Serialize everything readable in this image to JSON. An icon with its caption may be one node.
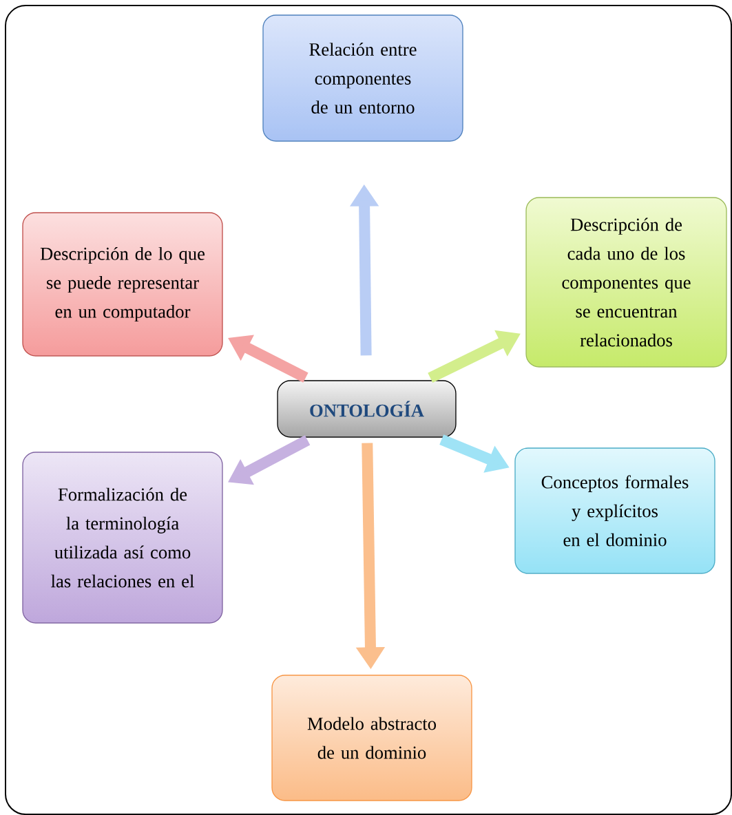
{
  "diagram": {
    "nodes": [
      {
        "text": [
          "Relación entre componentes de un entorno"
        ]
      },
      {
        "text": [
          "Descripción de lo que se puede representar en un computador"
        ]
      },
      {
        "text": [
          "Descripción de cada uno de los componentes que se encuentran relacionados"
        ]
      },
      {
        "text": [
          "ONTOLOGÍA"
        ]
      },
      {
        "text": [
          "Formalización de la terminología utilizada así como las relaciones en el"
        ]
      },
      {
        "text": [
          "Conceptos formales y explícitos en el dominio"
        ]
      },
      {
        "text": [
          "Modelo abstracto de un dominio"
        ]
      }
    ],
    "edges": [
      {
        "from": 3,
        "to": 0,
        "arrow": "to",
        "color": "#b9cdf5"
      },
      {
        "from": 3,
        "to": 1,
        "arrow": "to",
        "color": "#f4a3a3"
      },
      {
        "from": 3,
        "to": 2,
        "arrow": "to",
        "color": "#d3ee8c"
      },
      {
        "from": 3,
        "to": 4,
        "arrow": "to",
        "color": "#c6b1e0"
      },
      {
        "from": 3,
        "to": 5,
        "arrow": "to",
        "color": "#9fe3f6"
      },
      {
        "from": 3,
        "to": 6,
        "arrow": "to",
        "color": "#fbbf8d"
      }
    ]
  }
}
